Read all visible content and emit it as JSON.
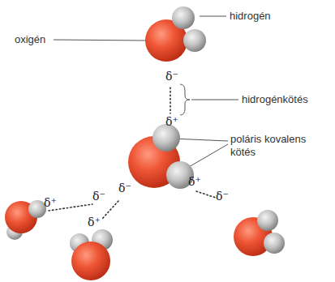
{
  "diagram": {
    "labels": [
      "oxigén",
      "hidrogén",
      "hidrogénkötés",
      "poláris kovalens kötés",
      "δ⁻",
      "δ⁺",
      "δ⁺",
      "δ⁻",
      "δ⁻",
      "δ⁺",
      "δ⁺",
      "δ⁻"
    ]
  }
}
